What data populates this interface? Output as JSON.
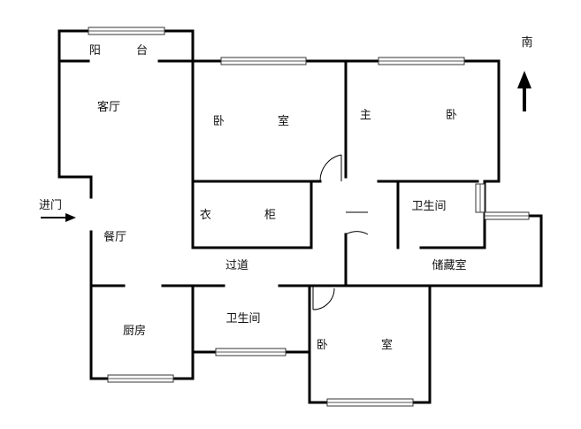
{
  "compass": {
    "label": "南"
  },
  "entrance": {
    "label": "进门"
  },
  "rooms": {
    "balcony": "阳 台",
    "living_room": "客厅",
    "dining_room": "餐厅",
    "kitchen": "厨房",
    "bedroom_north": "卧 室",
    "master_bedroom": "主 卧",
    "wardrobe": "衣 柜",
    "hallway": "过道",
    "bathroom_main": "卫生间",
    "bathroom_master": "卫生间",
    "storage": "储藏室",
    "bedroom_south": "卧 室"
  },
  "colors": {
    "wall": "#000000",
    "window_frame": "#333333",
    "background": "#ffffff"
  }
}
